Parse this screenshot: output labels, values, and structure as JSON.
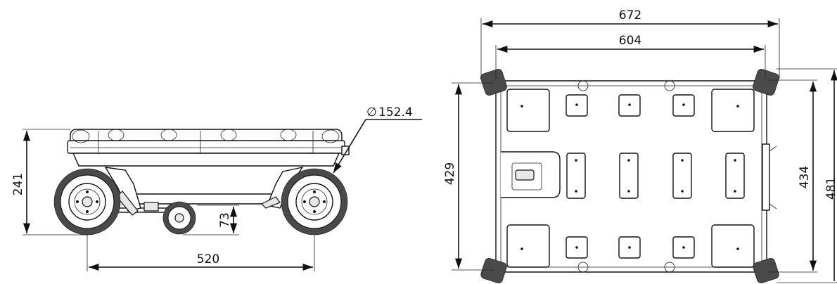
{
  "side_view": {
    "dimensions": {
      "height": "241",
      "wheelbase": "520",
      "ground_clearance": "73",
      "wheel_diameter": "152.4"
    },
    "diameter_symbol": "∅"
  },
  "top_view": {
    "dimensions": {
      "overall_length": "672",
      "body_length": "604",
      "left_width": "429",
      "inner_width": "434",
      "overall_width": "481"
    }
  }
}
